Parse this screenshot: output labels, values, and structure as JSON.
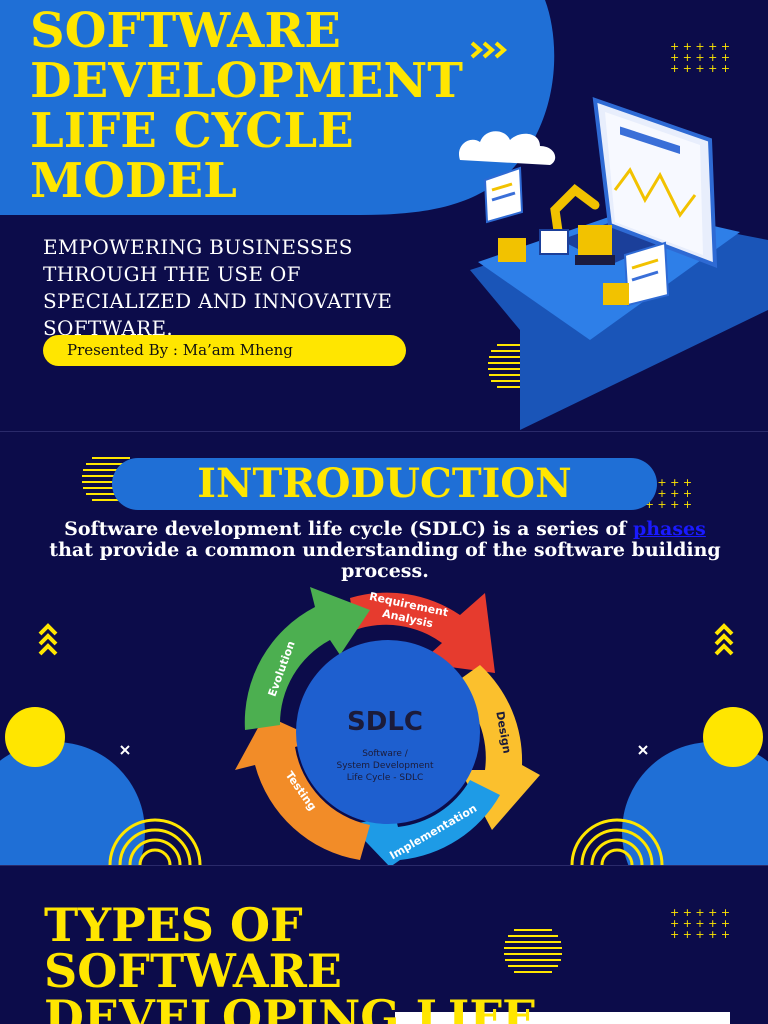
{
  "slide1": {
    "title": "SOFTWARE DEVELOPMENT LIFE CYCLE MODEL",
    "subtitle": "EMPOWERING BUSINESSES THROUGH THE USE OF SPECIALIZED AND INNOVATIVE SOFTWARE.",
    "presenter": "Presented By : Ma’am Mheng"
  },
  "slide2": {
    "title": "INTRODUCTION",
    "description_before": "Software development life cycle (SDLC) is a series of ",
    "description_link": "phases",
    "description_after": " that provide a common understanding of the software building process.",
    "diagram": {
      "center_title": "SDLC",
      "center_line1": "Software /",
      "center_line2": "System Development",
      "center_line3": "Life Cycle - SDLC",
      "phases": [
        "Requirement Analysis",
        "Design",
        "Implementation",
        "Testing",
        "Evolution"
      ],
      "phase_line1": "Requirement",
      "phase_line2": "Analysis",
      "colors": {
        "requirement": "#e63b2e",
        "design": "#fbc02d",
        "implementation": "#1e9be6",
        "testing": "#f28c28",
        "evolution": "#4caf50",
        "center": "#1e5fcf"
      }
    }
  },
  "slide3": {
    "title": "TYPES OF SOFTWARE DEVELOPING LIFE"
  },
  "colors": {
    "background": "#0c0c4a",
    "accent_yellow": "#ffe600",
    "accent_blue": "#1f6fd6"
  }
}
